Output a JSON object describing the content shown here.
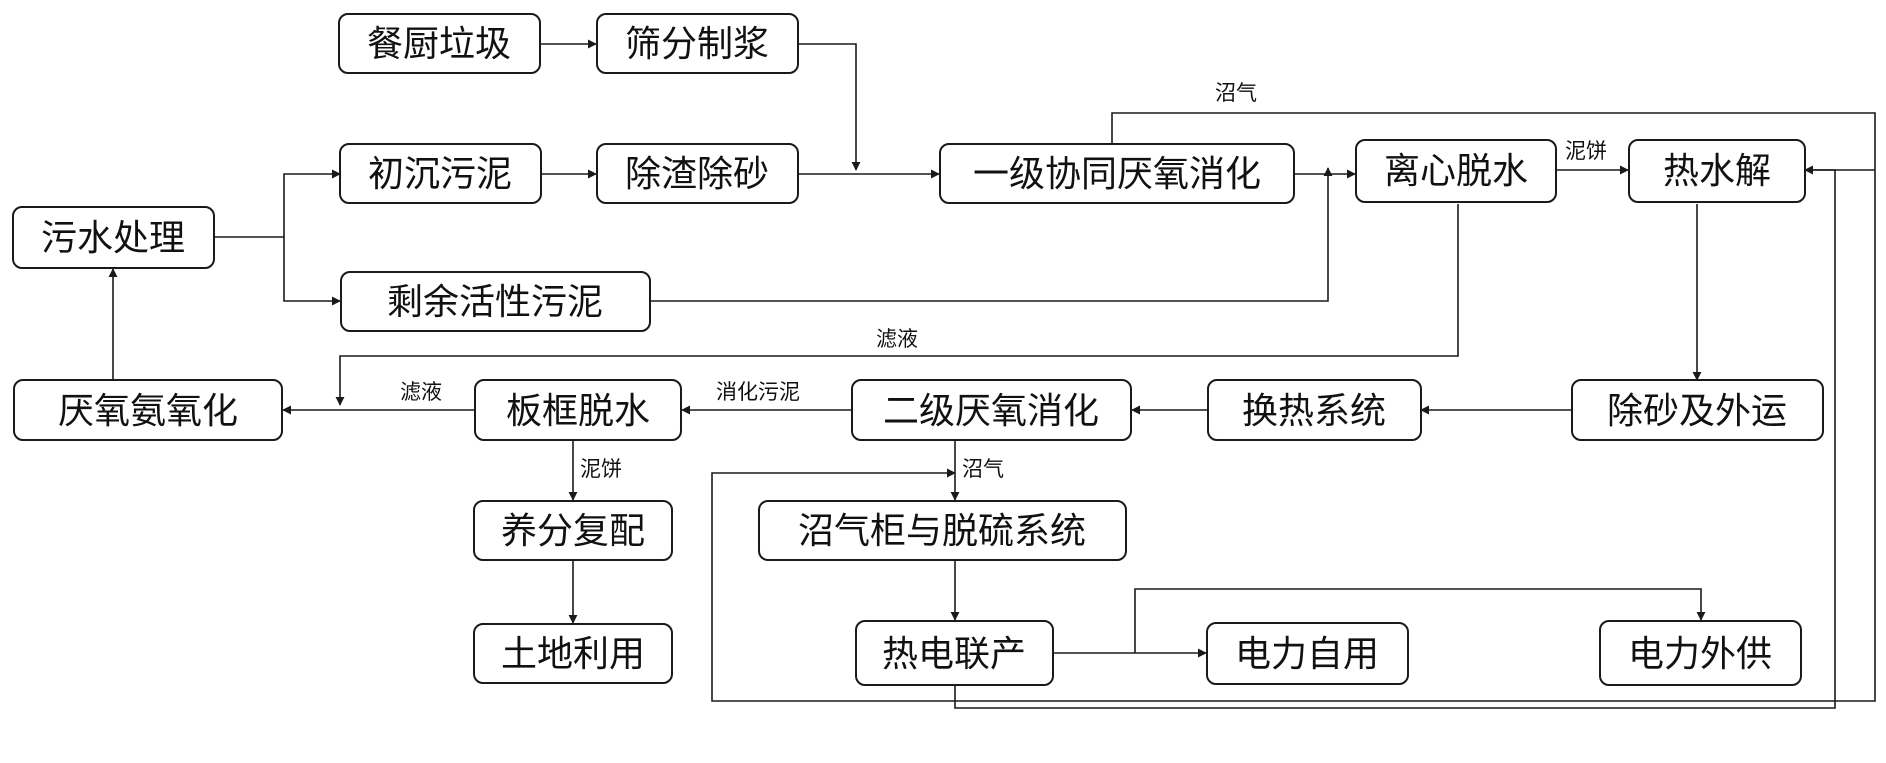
{
  "nodes": {
    "kitchen_waste": "餐厨垃圾",
    "screening_pulping": "筛分制浆",
    "primary_sludge": "初沉污泥",
    "slag_sand_removal": "除渣除砂",
    "co_digestion_1": "一级协同厌氧消化",
    "centrifuge": "离心脱水",
    "thermal_hydrolysis": "热水解",
    "sewage_treatment": "污水处理",
    "waste_activated_sludge": "剩余活性污泥",
    "anammox": "厌氧氨氧化",
    "plate_frame": "板框脱水",
    "digestion_2": "二级厌氧消化",
    "heat_exchange": "换热系统",
    "sand_removal_transport": "除砂及外运",
    "gas_holder_desulfurization": "沼气柜与脱硫系统",
    "nutrient_blending": "养分复配",
    "land_use": "土地利用",
    "chp": "热电联产",
    "power_self_use": "电力自用",
    "power_export": "电力外供"
  },
  "edge_labels": {
    "biogas_top": "沼气",
    "cake_top": "泥饼",
    "filtrate_long": "滤液",
    "filtrate_short": "滤液",
    "digested_sludge": "消化污泥",
    "cake_bottom": "泥饼",
    "biogas_bottom": "沼气"
  }
}
